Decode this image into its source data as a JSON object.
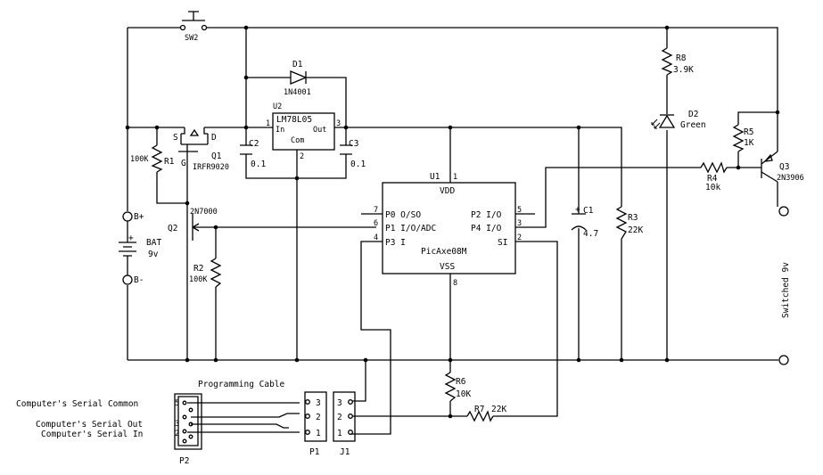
{
  "switch": {
    "ref": "SW2"
  },
  "diode_d1": {
    "ref": "D1",
    "part": "1N4001"
  },
  "regulator": {
    "ref": "U2",
    "part": "LM78L05",
    "pin_in": "In",
    "pin_out": "Out",
    "pin_com": "Com",
    "pin1": "1",
    "pin2": "2",
    "pin3": "3"
  },
  "cap_c2": {
    "ref": "C2",
    "value": "0.1"
  },
  "cap_c3": {
    "ref": "C3",
    "value": "0.1"
  },
  "mosfet_q1": {
    "ref": "Q1",
    "part": "IRFR9020",
    "s": "S",
    "d": "D",
    "g": "G"
  },
  "resistor_r1": {
    "ref": "R1",
    "value": "100K"
  },
  "mosfet_q2": {
    "ref": "Q2",
    "part": "2N7000"
  },
  "resistor_r2": {
    "ref": "R2",
    "value": "100K"
  },
  "battery": {
    "ref": "BAT",
    "value": "9v",
    "plus_label": "B+",
    "minus_label": "B-",
    "plus_sign": "+"
  },
  "mcu": {
    "ref": "U1",
    "part": "PicAxe08M",
    "vdd": "VDD",
    "vss": "VSS",
    "pin1": "1",
    "pin8": "8",
    "left_pins": [
      {
        "num": "7",
        "label": "P0 O/SO"
      },
      {
        "num": "6",
        "label": "P1 I/O/ADC"
      },
      {
        "num": "4",
        "label": "P3 I"
      }
    ],
    "right_pins": [
      {
        "num": "5",
        "label": "P2 I/O"
      },
      {
        "num": "3",
        "label": "P4 I/O"
      },
      {
        "num": "2",
        "label": "SI"
      }
    ]
  },
  "cap_c1": {
    "ref": "C1",
    "value": "4.7",
    "plus_sign": "+"
  },
  "resistor_r3": {
    "ref": "R3",
    "value": "22K"
  },
  "resistor_r8": {
    "ref": "R8",
    "value": "3.9K"
  },
  "led_d2": {
    "ref": "D2",
    "color": "Green"
  },
  "resistor_r5": {
    "ref": "R5",
    "value": "1K"
  },
  "resistor_r4": {
    "ref": "R4",
    "value": "10k"
  },
  "transistor_q3": {
    "ref": "Q3",
    "part": "2N3906"
  },
  "output": {
    "label": "Switched 9v"
  },
  "resistor_r6": {
    "ref": "R6",
    "value": "10K"
  },
  "resistor_r7": {
    "ref": "R7",
    "value": "22K"
  },
  "cable": {
    "title": "Programming Cable"
  },
  "serial": {
    "common": "Computer's Serial Common",
    "out": "Computer's Serial Out",
    "in": "Computer's Serial In"
  },
  "connector_p2": {
    "ref": "P2",
    "pins": [
      "5",
      "3",
      "2"
    ]
  },
  "connector_p1": {
    "ref": "P1",
    "pins": [
      "3",
      "2",
      "1"
    ]
  },
  "connector_j1": {
    "ref": "J1",
    "pins": [
      "3",
      "2",
      "1"
    ]
  }
}
